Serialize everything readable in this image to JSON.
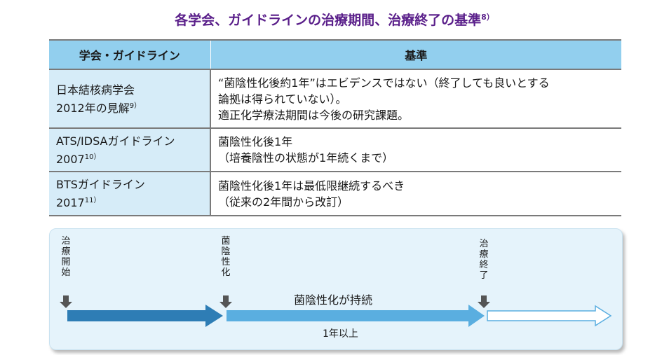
{
  "title": "各学会、ガイドラインの治療期間、治療終了の基準",
  "title_ref": "8）",
  "table": {
    "headers": {
      "org": "学会・ガイドライン",
      "criteria": "基準"
    },
    "rows": [
      {
        "org_line1": "日本結核病学会",
        "org_line2": "2012年の見解",
        "org_ref": "9）",
        "criteria": [
          "“菌陰性化後約1年”はエビデンスではない（終了しても良いとする",
          "論拠は得られていない）。",
          "適正化学療法期間は今後の研究課題。"
        ]
      },
      {
        "org_line1": "ATS/IDSAガイドライン",
        "org_line2": "2007",
        "org_ref": "10）",
        "criteria": [
          "菌陰性化後1年",
          "（培養陰性の状態が1年続くまで）"
        ]
      },
      {
        "org_line1": "BTSガイドライン",
        "org_line2": "2017",
        "org_ref": "11）",
        "criteria": [
          "菌陰性化後1年は最低限継続するべき",
          "（従来の2年間から改訂）"
        ]
      }
    ]
  },
  "timeline": {
    "start_label": "治療開始",
    "conversion_label": "菌陰性化",
    "end_label": "治療終了",
    "phase_label": "菌陰性化が持続",
    "duration_label": "1年以上",
    "colors": {
      "phase1": "#2e7db5",
      "phase2": "#5aaee0",
      "marker": "#555555",
      "bg": "#e5f3fb"
    }
  }
}
